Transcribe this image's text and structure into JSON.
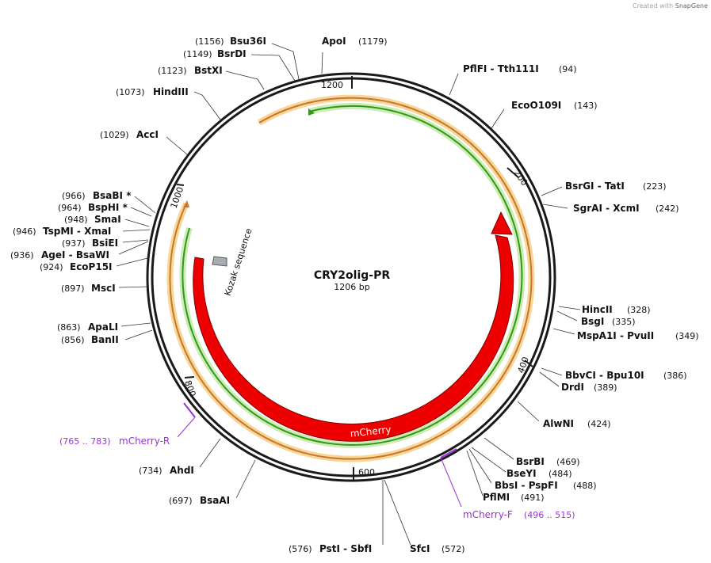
{
  "credit": {
    "prefix": "Created with",
    "brand": "SnapGene"
  },
  "plasmid": {
    "name": "CRY2olig-PR",
    "size_label": "1206 bp"
  },
  "ticks": [
    "200",
    "400",
    "600",
    "800",
    "1000",
    "1200"
  ],
  "features": {
    "mcherry_label": "mCherry",
    "kozak_label": "Kozak sequence"
  },
  "primers": [
    {
      "range": "(496 .. 515)",
      "name": "mCherry-F"
    },
    {
      "range": "(765 .. 783)",
      "name": "mCherry-R"
    }
  ],
  "enzymes": [
    {
      "pos": "(1156)",
      "name": "Bsu36I"
    },
    {
      "pos": "(1149)",
      "name": "BsrDI"
    },
    {
      "pos": "(1123)",
      "name": "BstXI"
    },
    {
      "pos": "(1073)",
      "name": "HindIII"
    },
    {
      "pos": "(1029)",
      "name": "AccI"
    },
    {
      "pos": "(966)",
      "name": "BsaBI",
      "star": "*"
    },
    {
      "pos": "(964)",
      "name": "BspHI",
      "star": "*"
    },
    {
      "pos": "(948)",
      "name": "SmaI"
    },
    {
      "pos": "(946)",
      "name": "TspMI",
      "name2": "XmaI"
    },
    {
      "pos": "(937)",
      "name": "BsiEI"
    },
    {
      "pos": "(936)",
      "name": "AgeI",
      "name2": "BsaWI"
    },
    {
      "pos": "(924)",
      "name": "EcoP15I"
    },
    {
      "pos": "(897)",
      "name": "MscI"
    },
    {
      "pos": "(863)",
      "name": "ApaLI"
    },
    {
      "pos": "(856)",
      "name": "BanII"
    },
    {
      "pos": "(734)",
      "name": "AhdI"
    },
    {
      "pos": "(697)",
      "name": "BsaAI"
    },
    {
      "pos": "(576)",
      "name": "PstI",
      "name2": "SbfI"
    },
    {
      "pos": "(572)",
      "name": "SfcI"
    },
    {
      "pos": "(1179)",
      "name": "ApoI"
    },
    {
      "pos": "(94)",
      "name": "PflFI",
      "name2": "Tth111I"
    },
    {
      "pos": "(143)",
      "name": "EcoO109I"
    },
    {
      "pos": "(223)",
      "name": "BsrGI",
      "name2": "TatI"
    },
    {
      "pos": "(242)",
      "name": "SgrAI",
      "name2": "XcmI"
    },
    {
      "pos": "(328)",
      "name": "HincII"
    },
    {
      "pos": "(335)",
      "name": "BsgI"
    },
    {
      "pos": "(349)",
      "name": "MspA1I",
      "name2": "PvuII"
    },
    {
      "pos": "(386)",
      "name": "BbvCI",
      "name2": "Bpu10I"
    },
    {
      "pos": "(389)",
      "name": "DrdI"
    },
    {
      "pos": "(424)",
      "name": "AlwNI"
    },
    {
      "pos": "(469)",
      "name": "BsrBI"
    },
    {
      "pos": "(484)",
      "name": "BseYI"
    },
    {
      "pos": "(488)",
      "name": "BbsI",
      "name2": "PspFI"
    },
    {
      "pos": "(491)",
      "name": "PflMI"
    }
  ],
  "colors": {
    "backbone": "#1a1a1a",
    "mcherry": "#ee0000",
    "orange_feature": "#f0a030",
    "green_feature": "#2e9c10",
    "primer": "#9b30d8",
    "kozak": "#a8acb4"
  }
}
